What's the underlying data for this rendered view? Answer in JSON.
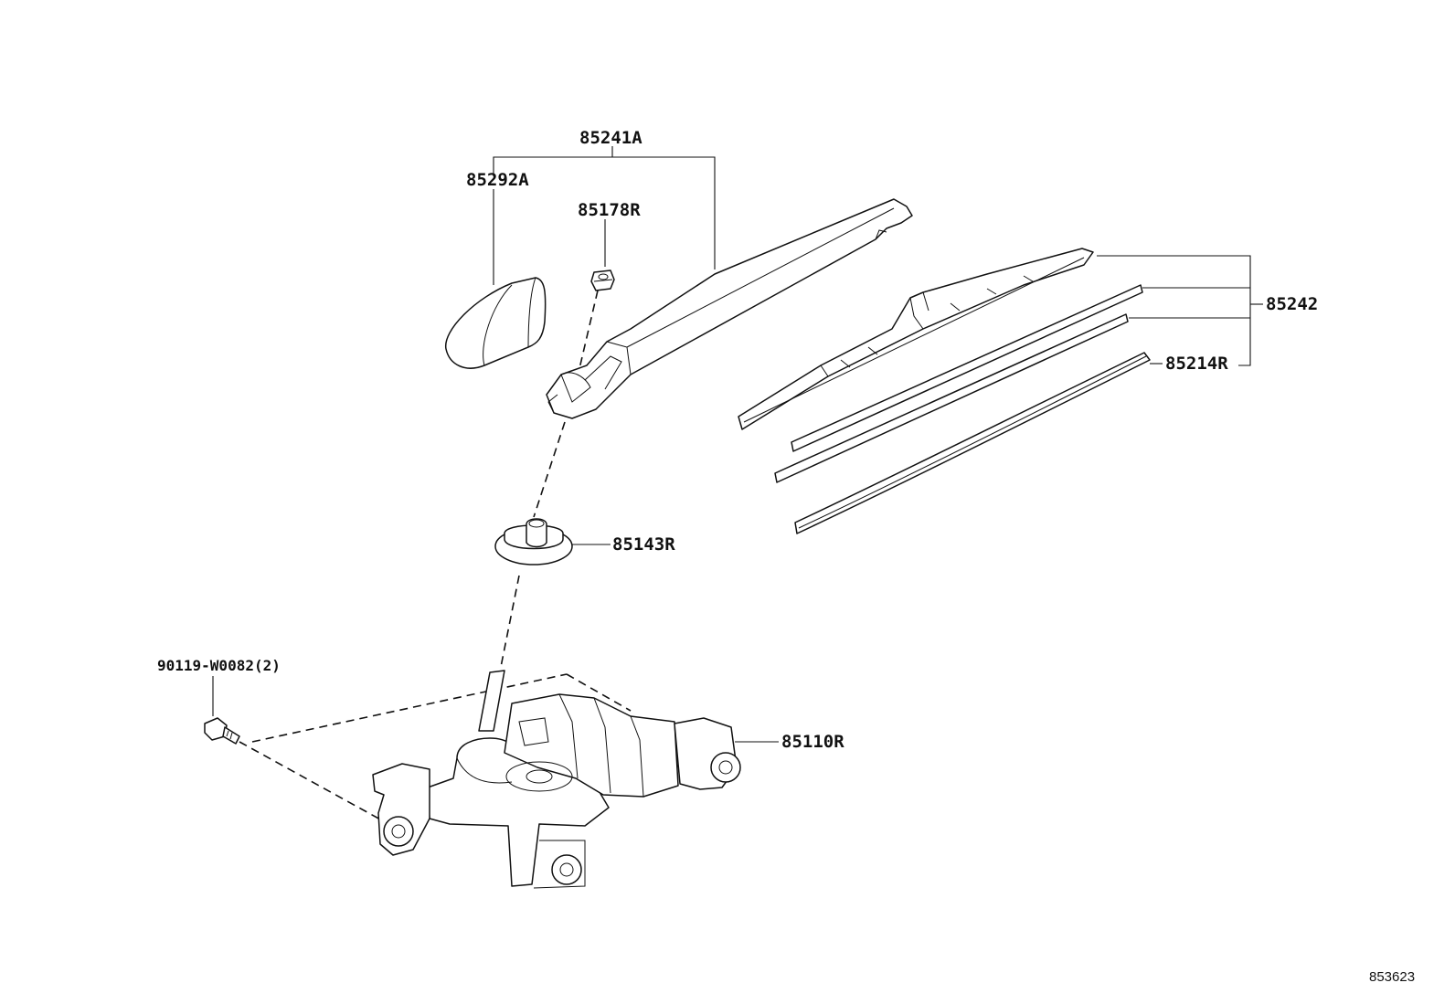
{
  "diagram": {
    "reference_number": "853623",
    "part_labels": {
      "arm_assembly": "85241A",
      "arm_cap": "85292A",
      "nut": "85178R",
      "blade": "85242",
      "blade_rubber": "85214R",
      "pivot_cap": "85143R",
      "bolt": "90119-W0082(2)",
      "motor": "85110R"
    }
  }
}
